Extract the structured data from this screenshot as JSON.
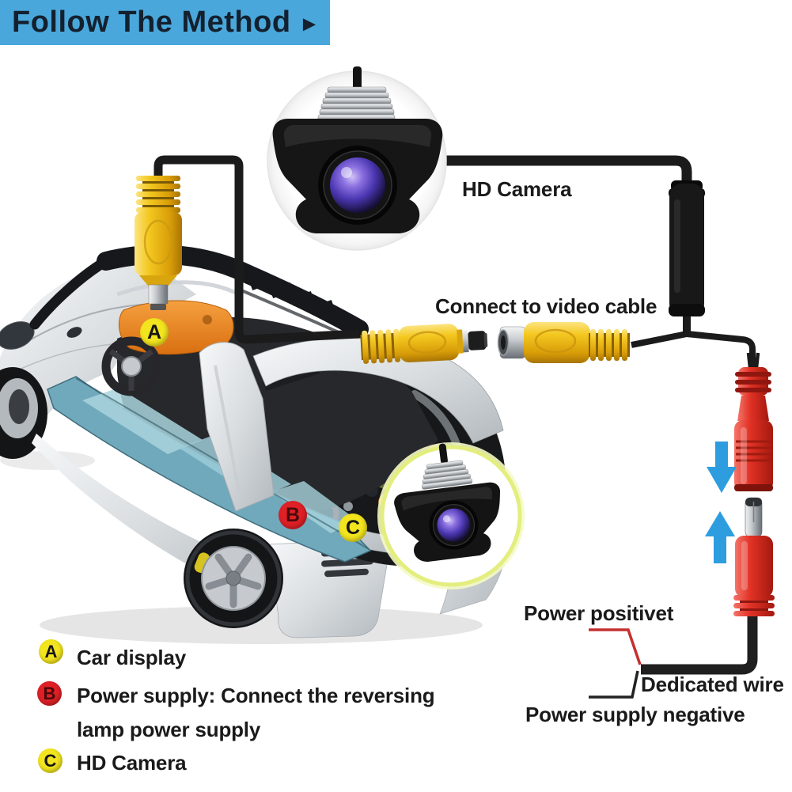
{
  "title": {
    "label": "Follow The Method",
    "arrow": "►"
  },
  "annotations": {
    "hd_camera": "HD Camera",
    "connect_video": "Connect to video cable",
    "power_positive": "Power positivet",
    "dedicated_wire": "Dedicated wire",
    "power_negative": "Power supply negative"
  },
  "markers": {
    "display": "A",
    "power": "B",
    "camera": "C"
  },
  "legend": [
    {
      "letter": "A",
      "label": "Car display"
    },
    {
      "letter": "B",
      "label": "Power supply: Connect the reversing",
      "label_line2": "lamp power supply"
    },
    {
      "letter": "C",
      "label": "HD Camera"
    }
  ],
  "colors": {
    "banner_blue": "#49a7db",
    "title_text": "#14202e",
    "marker_yellow": "#f2e41e",
    "marker_red": "#df2026",
    "connector_yellow": "#f2c51d",
    "connector_red": "#e23c30",
    "arrow_blue": "#2d9de0",
    "cable_black": "#1b1b1b"
  }
}
